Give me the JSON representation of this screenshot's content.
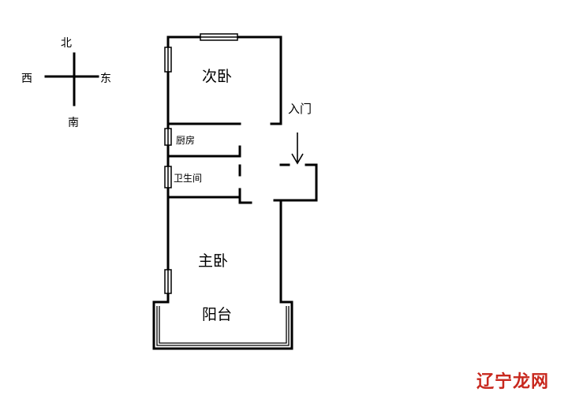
{
  "compass": {
    "north": "北",
    "south": "南",
    "east": "东",
    "west": "西"
  },
  "rooms": {
    "second_bedroom": "次卧",
    "kitchen": "厨房",
    "bathroom": "卫生间",
    "master_bedroom": "主卧",
    "balcony": "阳台"
  },
  "entrance": {
    "label": "入门"
  },
  "watermark": {
    "text": "辽宁龙网",
    "color": "#c8281e"
  }
}
